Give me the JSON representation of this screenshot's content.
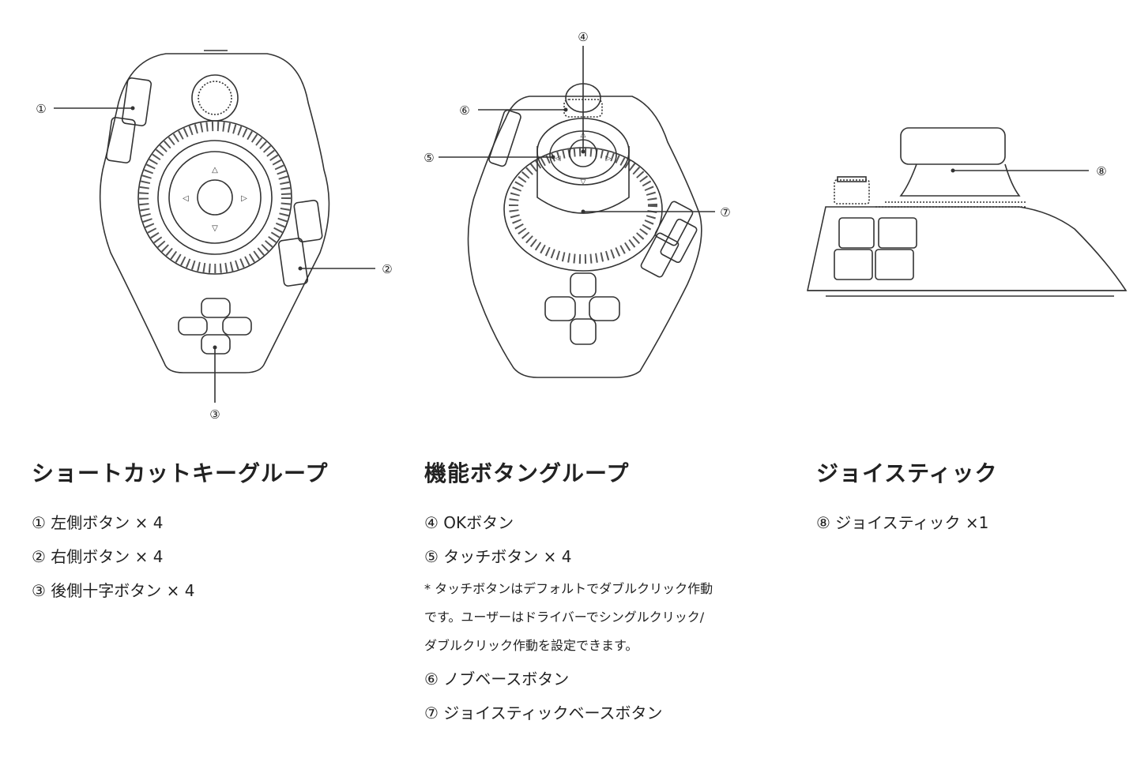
{
  "sections": [
    {
      "title": "ショートカットキーグループ",
      "items": [
        "① 左側ボタン × 4",
        "② 右側ボタン × 4",
        "③ 後側十字ボタン × 4"
      ]
    },
    {
      "title": "機能ボタングループ",
      "items": [
        "④ OKボタン",
        "⑤ タッチボタン × 4"
      ],
      "note": "* タッチボタンはデフォルトでダブルクリック作動です。ユーザーはドライバーでシングルクリック/ダブルクリック作動を設定できます。",
      "items2": [
        "⑥ ノブベースボタン",
        "⑦ ジョイスティックベースボタン"
      ]
    },
    {
      "title": "ジョイスティック",
      "items": [
        "⑧ ジョイスティック ×1"
      ]
    }
  ],
  "callouts": {
    "c1": "①",
    "c2": "②",
    "c3": "③",
    "c4": "④",
    "c5": "⑤",
    "c6": "⑥",
    "c7": "⑦",
    "c8": "⑧"
  }
}
